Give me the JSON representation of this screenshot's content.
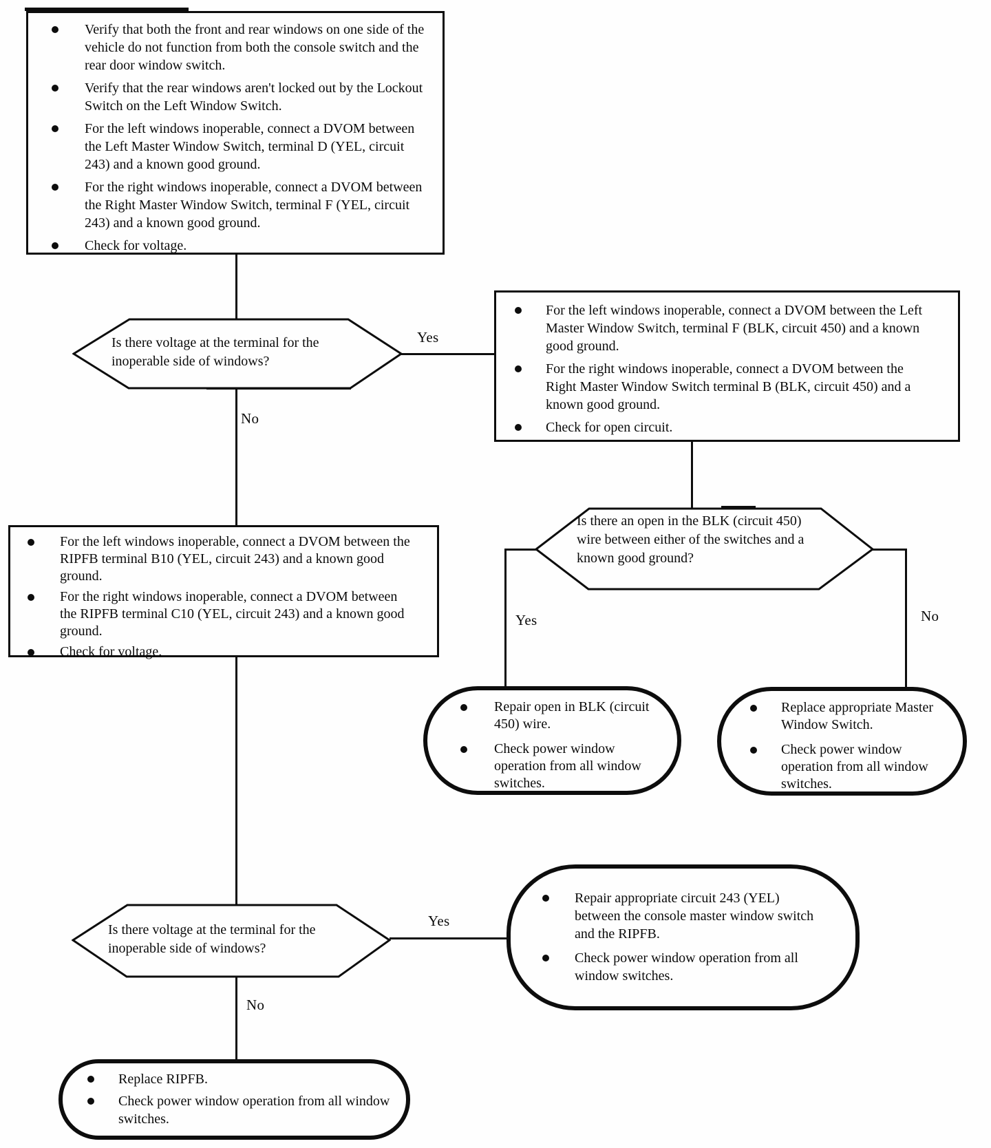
{
  "page": {
    "background": "#fefefe",
    "ink": "#0d0d0d"
  },
  "flowchart": {
    "start_box": {
      "bullets": [
        "Verify that both the front and rear windows on one side of the vehicle do not function from both the console switch and the rear door window switch.",
        "Verify that the rear windows aren't locked out by the Lockout Switch on the Left Window Switch.",
        "For the left windows inoperable, connect a DVOM between the Left Master Window Switch, terminal D (YEL, circuit 243) and a known good ground.",
        "For the right windows inoperable, connect a DVOM between the Right Master Window Switch, terminal F (YEL, circuit 243) and a known good ground.",
        "Check for voltage."
      ]
    },
    "decision_voltage_1": {
      "question": "Is there voltage at the terminal for the inoperable side of windows?"
    },
    "check_open_box": {
      "bullets": [
        "For the left windows inoperable, connect a DVOM between the Left Master Window Switch, terminal F (BLK, circuit 450) and a known good ground.",
        "For the right windows inoperable, connect a DVOM between the Right Master Window Switch terminal B (BLK, circuit 450) and a known good ground.",
        "Check for open circuit."
      ]
    },
    "decision_open_blk": {
      "question": "Is there an open in the BLK (circuit 450) wire between either of the switches and a known good ground?"
    },
    "repair_blk_box": {
      "bullets": [
        "Repair open in BLK (circuit 450) wire.",
        "Check power window operation from all window switches."
      ]
    },
    "replace_mws_box": {
      "bullets": [
        "Replace appropriate Master Window Switch.",
        "Check power window operation from all window switches."
      ]
    },
    "ripfb_check_box": {
      "bullets": [
        "For the left windows inoperable, connect a DVOM between the RIPFB terminal B10 (YEL, circuit 243) and a known good ground.",
        "For the right windows inoperable, connect a DVOM between the RIPFB terminal C10 (YEL, circuit 243) and a known good ground.",
        "Check for voltage."
      ]
    },
    "decision_voltage_2": {
      "question": "Is there voltage at the terminal for the inoperable side of windows?"
    },
    "repair_243_box": {
      "bullets": [
        "Repair appropriate circuit 243 (YEL) between the console master window switch and the RIPFB.",
        "Check power window operation from all window switches."
      ]
    },
    "replace_ripfb_box": {
      "bullets": [
        "Replace RIPFB.",
        "Check power window operation from all window switches."
      ]
    },
    "branch_labels": {
      "yes": "Yes",
      "no": "No"
    }
  }
}
